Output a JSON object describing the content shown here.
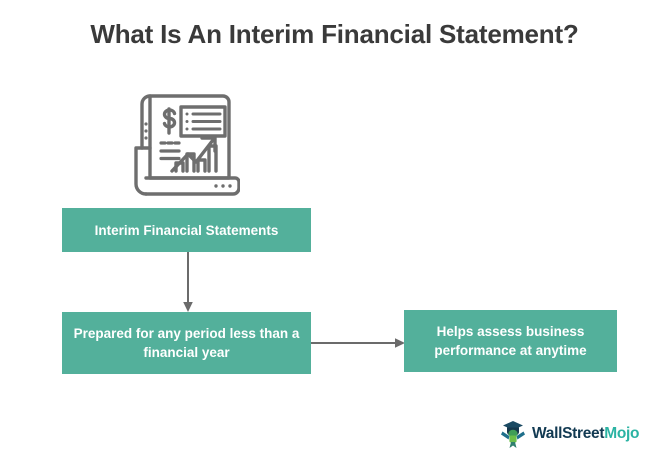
{
  "page": {
    "title": "What Is An Interim Financial Statement?",
    "background_color": "#ffffff",
    "title_color": "#3a3a3a"
  },
  "illustration": {
    "icon_name": "financial-report-icon",
    "description": "Rolled financial report document with dollar sign, list lines and ascending bar chart with upward trend arrow",
    "stroke_color": "#6e6e6e"
  },
  "diagram": {
    "type": "flowchart",
    "box_color": "#53b09b",
    "box_text_color": "#ffffff",
    "connector_color": "#6b6b6b",
    "nodes": [
      {
        "id": "statements",
        "label": "Interim Financial Statements",
        "lines": [
          "Interim Financial Statements"
        ]
      },
      {
        "id": "period",
        "label": "Prepared for any period less than a financial year",
        "lines": [
          "Prepared for any period less",
          "than a financial year"
        ]
      },
      {
        "id": "performance",
        "label": "Helps assess business performance at anytime",
        "lines": [
          "Helps assess business",
          "performance at anytime"
        ]
      }
    ],
    "edges": [
      {
        "id": "down-arrow",
        "from": "statements",
        "to": "period",
        "direction": "down"
      },
      {
        "id": "right-arrow",
        "from": "period",
        "to": "performance",
        "direction": "right"
      }
    ]
  },
  "logo": {
    "mark_name": "wallstreetmojo-mark-icon",
    "text_primary": "WallStreet",
    "text_accent": "Mojo",
    "primary_color": "#123a52",
    "accent_color": "#2bb3a3"
  }
}
